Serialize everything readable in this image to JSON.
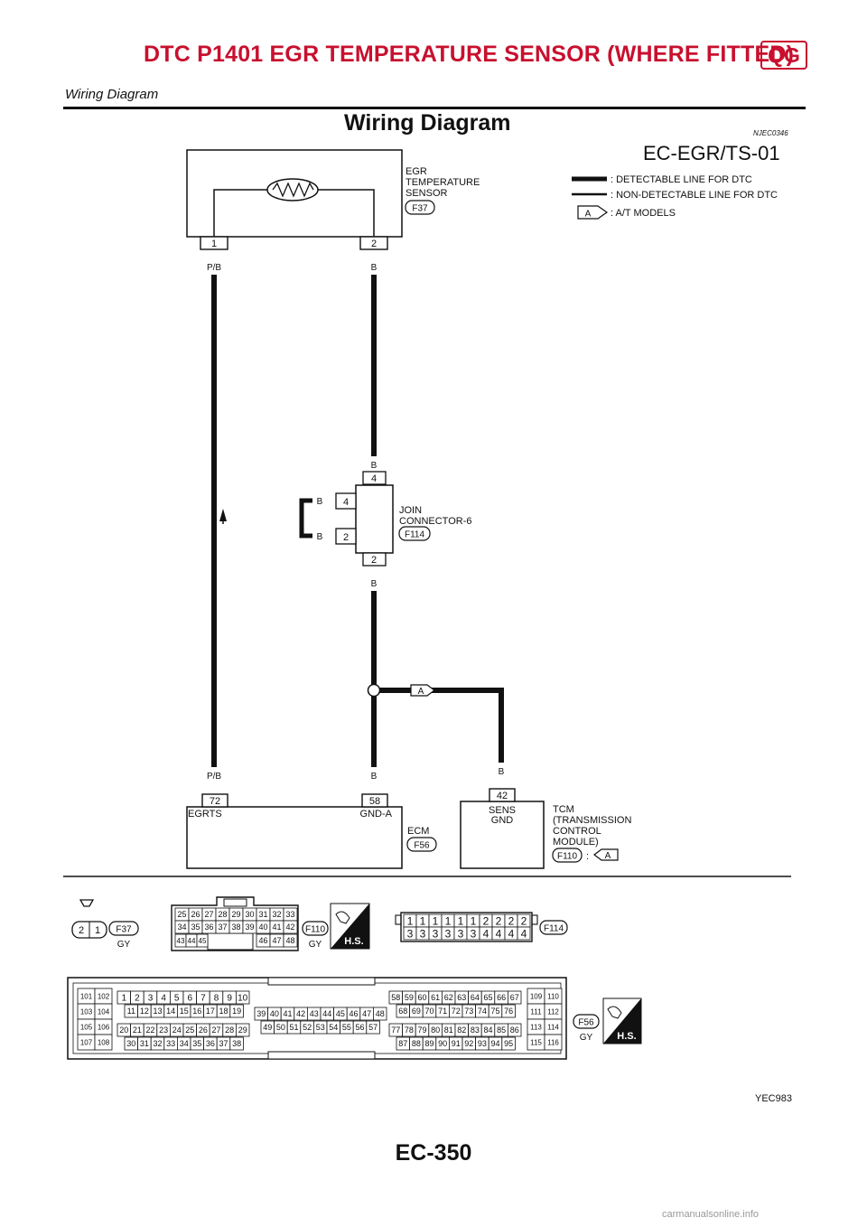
{
  "header": {
    "title": "DTC P1401 EGR TEMPERATURE SENSOR (WHERE FITTED)",
    "badge": "QG",
    "subtitle": "Wiring Diagram"
  },
  "section": {
    "title": "Wiring Diagram",
    "ref": "NJEC0346",
    "diagram_id": "EC-EGR/TS-01"
  },
  "legend": {
    "detectable": ": DETECTABLE LINE FOR DTC",
    "non_detectable": ": NON-DETECTABLE LINE FOR DTC",
    "at_symbol": "A",
    "at_models": ": A/T MODELS"
  },
  "egr_sensor": {
    "name_line1": "EGR",
    "name_line2": "TEMPERATURE",
    "name_line3": "SENSOR",
    "connector": "F37",
    "pin1": "1",
    "pin2": "2"
  },
  "wires": {
    "pb": "P/B",
    "b": "B"
  },
  "joint": {
    "name_line1": "JOIN",
    "name_line2": "CONNECTOR-6",
    "connector": "F114",
    "pin4": "4",
    "pin2": "2"
  },
  "branch_label": "A",
  "ecm": {
    "name": "ECM",
    "connector": "F56",
    "pin72": "72",
    "pin58": "58",
    "term72": "EGRTS",
    "term58": "GND-A"
  },
  "tcm": {
    "pin": "42",
    "term_line1": "SENS",
    "term_line2": "GND",
    "name_line1": "TCM",
    "name_line2": "(TRANSMISSION",
    "name_line3": "CONTROL",
    "name_line4": "MODULE)",
    "connector": "F110",
    "sep": ":",
    "option": "A"
  },
  "connectors": {
    "f37": {
      "id": "F37",
      "color": "GY",
      "pins": [
        "2",
        "1"
      ]
    },
    "f110": {
      "id": "F110",
      "color": "GY",
      "row1": [
        "25",
        "26",
        "27",
        "28",
        "29",
        "30",
        "31",
        "32",
        "33"
      ],
      "row2": [
        "34",
        "35",
        "36",
        "37",
        "38",
        "39",
        "40",
        "41",
        "42"
      ],
      "row3a": [
        "43",
        "44",
        "45"
      ],
      "row3b": [
        "46",
        "47",
        "48"
      ]
    },
    "f114": {
      "id": "F114",
      "row1": [
        "1",
        "1",
        "1",
        "1",
        "1",
        "1",
        "2",
        "2",
        "2",
        "2"
      ],
      "row2": [
        "3",
        "3",
        "3",
        "3",
        "3",
        "3",
        "4",
        "4",
        "4",
        "4"
      ]
    },
    "f56": {
      "id": "F56",
      "color": "GY",
      "left": [
        [
          "101",
          "102"
        ],
        [
          "103",
          "104"
        ],
        [
          "105",
          "106"
        ],
        [
          "107",
          "108"
        ]
      ],
      "right": [
        [
          "109",
          "110"
        ],
        [
          "111",
          "112"
        ],
        [
          "113",
          "114"
        ],
        [
          "115",
          "116"
        ]
      ],
      "a1": [
        "1",
        "2",
        "3",
        "4",
        "5",
        "6",
        "7",
        "8",
        "9",
        "10"
      ],
      "a2": [
        "11",
        "12",
        "13",
        "14",
        "15",
        "16",
        "17",
        "18",
        "19"
      ],
      "a3": [
        "20",
        "21",
        "22",
        "23",
        "24",
        "25",
        "26",
        "27",
        "28",
        "29"
      ],
      "a4": [
        "30",
        "31",
        "32",
        "33",
        "34",
        "35",
        "36",
        "37",
        "38"
      ],
      "b1": [
        "39",
        "40",
        "41",
        "42",
        "43",
        "44",
        "45",
        "46",
        "47",
        "48"
      ],
      "b2": [
        "49",
        "50",
        "51",
        "52",
        "53",
        "54",
        "55",
        "56",
        "57"
      ],
      "c1": [
        "58",
        "59",
        "60",
        "61",
        "62",
        "63",
        "64",
        "65",
        "66",
        "67"
      ],
      "c2": [
        "68",
        "69",
        "70",
        "71",
        "72",
        "73",
        "74",
        "75",
        "76"
      ],
      "c3": [
        "77",
        "78",
        "79",
        "80",
        "81",
        "82",
        "83",
        "84",
        "85",
        "86"
      ],
      "c4": [
        "87",
        "88",
        "89",
        "90",
        "91",
        "92",
        "93",
        "94",
        "95"
      ]
    },
    "hs": "H.S."
  },
  "figure_id": "YEC983",
  "page_number": "EC-350",
  "watermark": "carmanualsonline.info"
}
